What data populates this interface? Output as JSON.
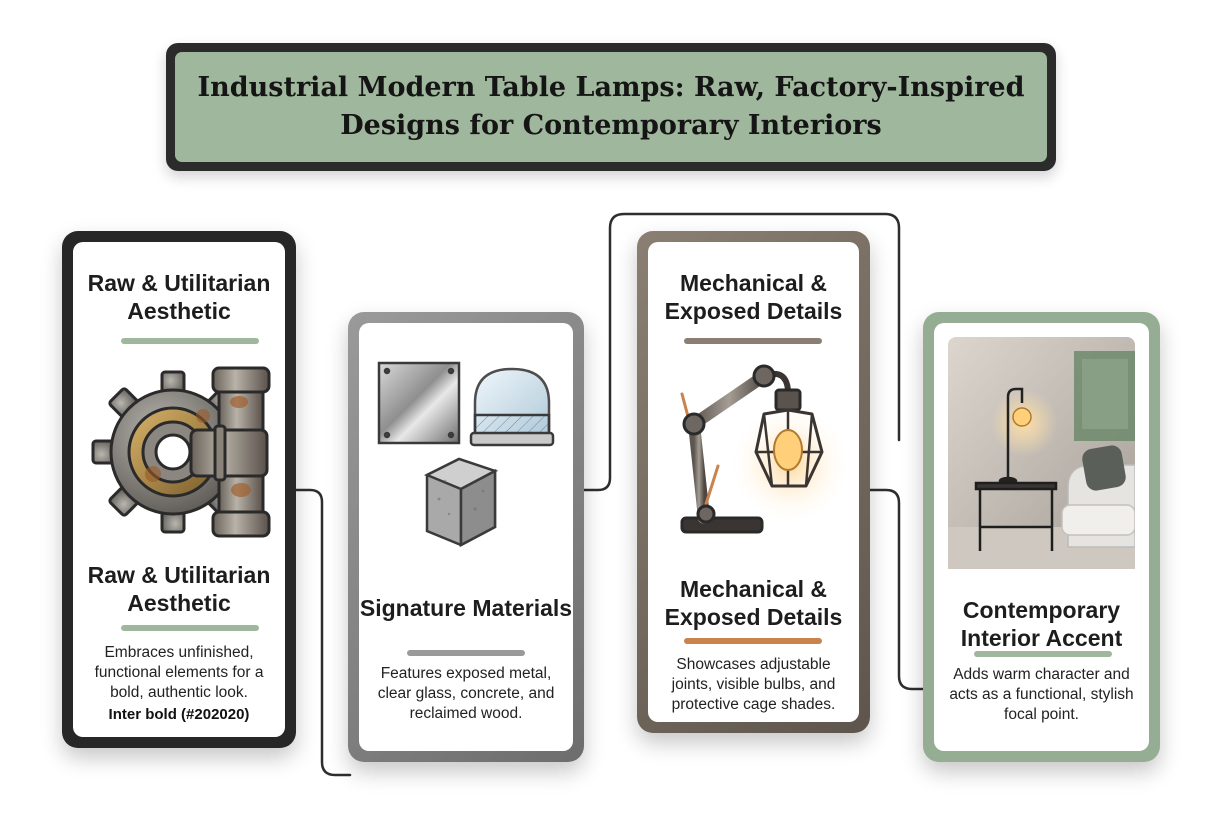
{
  "title": "Industrial Modern Table Lamps: Raw, Factory-Inspired Designs for Contemporary Interiors",
  "colors": {
    "sage": "#9fb79c",
    "charcoal": "#272727",
    "steel": "#808080",
    "bronze": "#7a6e62",
    "copper": "#c8834f"
  },
  "cards": [
    {
      "top_heading": "Raw & Utilitarian Aesthetic",
      "illustration": "gear-and-pipe-icon",
      "heading": "Raw & Utilitarian Aesthetic",
      "body": "Embraces unfinished, functional elements for a bold, authentic look.",
      "note": "Inter bold (#202020)"
    },
    {
      "illustration": "materials-icon",
      "heading": "Signature Materials",
      "body": "Features exposed metal, clear glass, concrete, and reclaimed wood."
    },
    {
      "top_heading": "Mechanical & Exposed Details",
      "illustration": "articulated-lamp-icon",
      "heading": "Mechanical & Exposed Details",
      "body": "Showcases adjustable joints, visible bulbs, and protective cage shades."
    },
    {
      "illustration": "living-room-scene-icon",
      "heading": "Contemporary Interior Accent",
      "body": "Adds warm character and acts as a functional, stylish focal point."
    }
  ]
}
